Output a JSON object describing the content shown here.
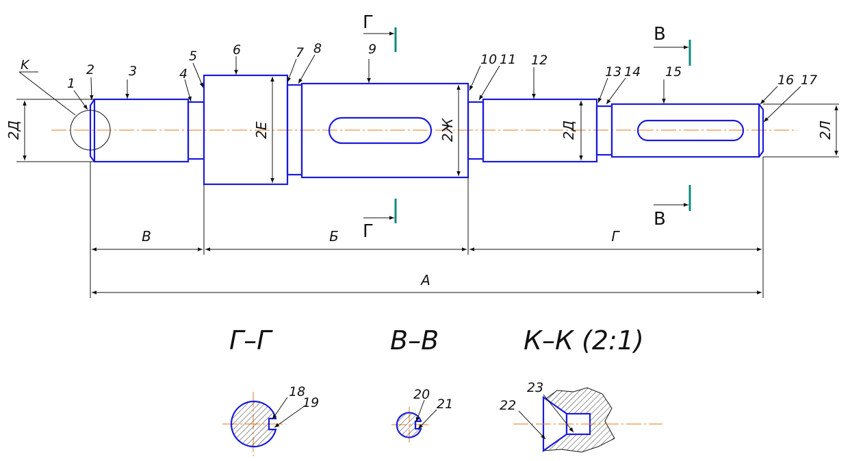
{
  "colors": {
    "outline": "#1a1adb",
    "axis": "#e07a1c",
    "section_marker": "#0e8a7a",
    "lines": "#111111"
  },
  "callouts": [
    "1",
    "2",
    "3",
    "4",
    "5",
    "6",
    "7",
    "8",
    "9",
    "10",
    "11",
    "12",
    "13",
    "14",
    "15",
    "16",
    "17",
    "18",
    "19",
    "20",
    "21",
    "22",
    "23"
  ],
  "view_letter": "K",
  "section_letters": {
    "g": "Г",
    "v": "В"
  },
  "diameters": {
    "d1": "2Д",
    "e": "2Е",
    "zh": "2Ж",
    "d2": "2Д",
    "l": "2Л"
  },
  "lengths": {
    "v": "В",
    "b": "Б",
    "g": "Г",
    "a": "А"
  },
  "section_titles": {
    "gg": "Г–Г",
    "vv": "В–В",
    "kk": "К–К (2:1)"
  }
}
